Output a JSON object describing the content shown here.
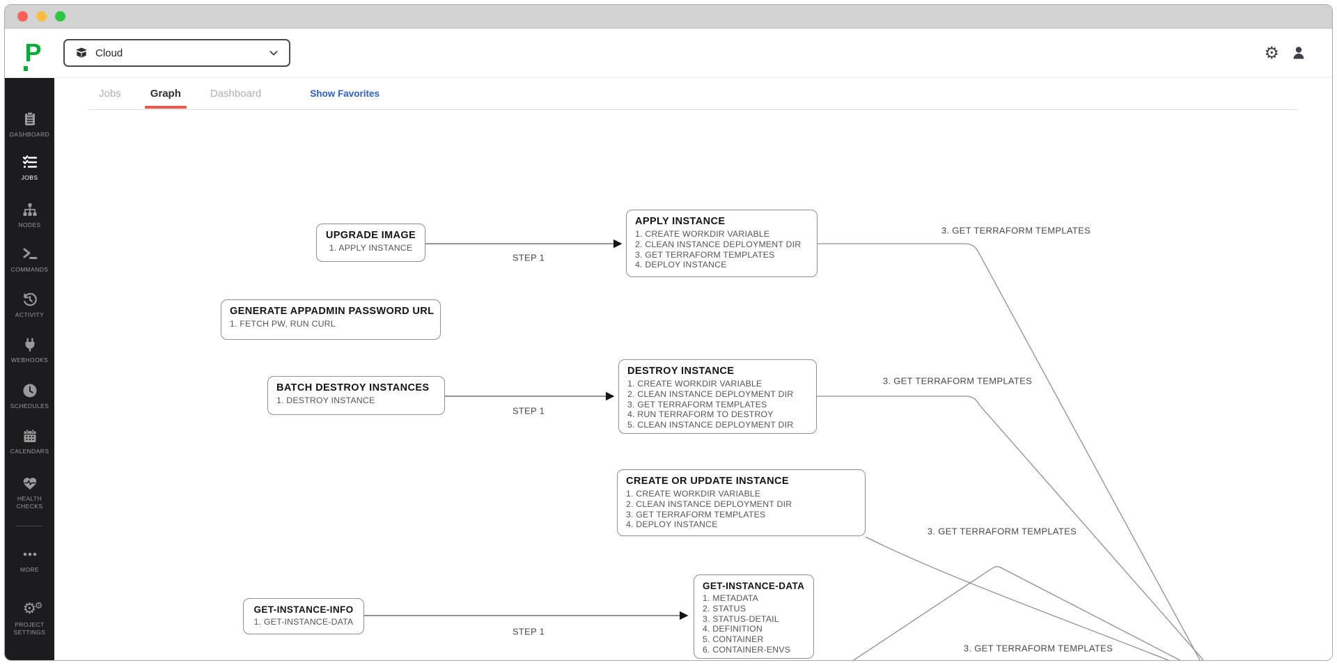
{
  "window": {
    "traffic_light_colors": [
      "#ff5f57",
      "#fdbe40",
      "#28c840"
    ]
  },
  "header": {
    "logo_text": "P",
    "project_selector": {
      "value": "Cloud",
      "icon": "package-icon"
    },
    "action_icons": [
      "settings-gear-icon",
      "user-icon"
    ]
  },
  "sidebar": {
    "items": [
      {
        "label": "DASHBOARD",
        "icon": "clipboard-icon",
        "active": false
      },
      {
        "label": "JOBS",
        "icon": "checklist-icon",
        "active": true
      },
      {
        "label": "NODES",
        "icon": "nodes-tree-icon",
        "active": false
      },
      {
        "label": "COMMANDS",
        "icon": "terminal-icon",
        "active": false
      },
      {
        "label": "ACTIVITY",
        "icon": "history-icon",
        "active": false
      },
      {
        "label": "WEBHOOKS",
        "icon": "plug-icon",
        "active": false
      },
      {
        "label": "SCHEDULES",
        "icon": "clock-icon",
        "active": false
      },
      {
        "label": "CALENDARS",
        "icon": "calendar-icon",
        "active": false
      },
      {
        "label": "HEALTH CHECKS",
        "icon": "heart-pulse-icon",
        "active": false
      },
      {
        "label": "MORE",
        "icon": "ellipsis-icon",
        "active": false
      },
      {
        "label": "PROJECT SETTINGS",
        "icon": "gears-icon",
        "active": false
      }
    ]
  },
  "tabs": {
    "items": [
      {
        "label": "Jobs",
        "active": false
      },
      {
        "label": "Graph",
        "active": true
      },
      {
        "label": "Dashboard",
        "active": false
      }
    ],
    "favorites_link": "Show Favorites"
  },
  "graph": {
    "nodes": [
      {
        "title": "UPGRADE IMAGE",
        "items": [
          "1. APPLY INSTANCE"
        ]
      },
      {
        "title": "APPLY INSTANCE",
        "items": [
          "1. CREATE WORKDIR VARIABLE",
          "2. CLEAN INSTANCE DEPLOYMENT DIR",
          "3. GET TERRAFORM TEMPLATES",
          "4. DEPLOY INSTANCE"
        ]
      },
      {
        "title": "GENERATE APPADMIN PASSWORD URL",
        "items": [
          "1. FETCH PW, RUN CURL"
        ]
      },
      {
        "title": "BATCH DESTROY INSTANCES",
        "items": [
          "1. DESTROY INSTANCE"
        ]
      },
      {
        "title": "DESTROY INSTANCE",
        "items": [
          "1. CREATE WORKDIR VARIABLE",
          "2. CLEAN INSTANCE DEPLOYMENT DIR",
          "3. GET TERRAFORM TEMPLATES",
          "4. RUN TERRAFORM TO DESTROY",
          "5. CLEAN INSTANCE DEPLOYMENT DIR"
        ]
      },
      {
        "title": "CREATE OR UPDATE INSTANCE",
        "items": [
          "1. CREATE WORKDIR VARIABLE",
          "2. CLEAN INSTANCE DEPLOYMENT DIR",
          "3. GET TERRAFORM TEMPLATES",
          "4. DEPLOY INSTANCE"
        ]
      },
      {
        "title": "GET-INSTANCE-INFO",
        "items": [
          "1. GET-INSTANCE-DATA"
        ]
      },
      {
        "title": "GET-INSTANCE-DATA",
        "items": [
          "1. METADATA",
          "2. STATUS",
          "3. STATUS-DETAIL",
          "4. DEFINITION",
          "5. CONTAINER",
          "6. CONTAINER-ENVS"
        ]
      }
    ],
    "step_labels": [
      "STEP 1",
      "STEP 1",
      "STEP 1"
    ],
    "terraform_labels": [
      "3. GET TERRAFORM TEMPLATES",
      "3. GET TERRAFORM TEMPLATES",
      "3. GET TERRAFORM TEMPLATES",
      "3. GET TERRAFORM TEMPLATES"
    ]
  },
  "colors": {
    "brand_green": "#06ac38",
    "tab_accent_red": "#e8594e",
    "link_blue": "#2b5fd9",
    "sidebar_bg": "#1c1c1e",
    "edge_gray": "#8f8f8f"
  }
}
